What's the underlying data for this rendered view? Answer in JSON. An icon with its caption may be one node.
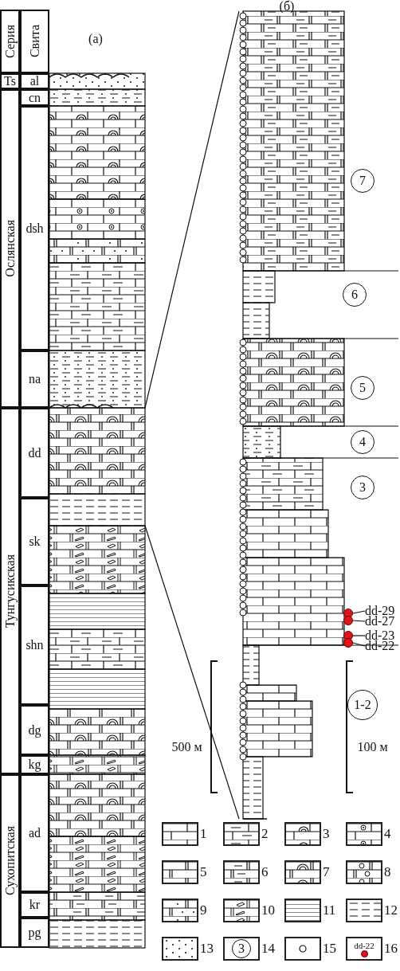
{
  "diagram": {
    "nodes": [
      {
        "text": [
          "7"
        ]
      },
      {
        "text": [
          "6"
        ]
      },
      {
        "text": [
          "5"
        ]
      },
      {
        "text": [
          "4"
        ]
      },
      {
        "text": [
          "3"
        ]
      },
      {
        "text": [
          "1-2"
        ]
      },
      {
        "text": [
          "dd-29"
        ]
      },
      {
        "text": [
          "dd-27"
        ]
      },
      {
        "text": [
          "dd-23"
        ]
      },
      {
        "text": [
          "dd-22"
        ]
      },
      {
        "text": [],
        "shape": "circle"
      },
      {
        "text": [],
        "shape": "circle"
      },
      {
        "text": [],
        "shape": "circle"
      },
      {
        "text": [],
        "shape": "circle"
      }
    ],
    "edges": [
      {
        "from": 6,
        "to": 10,
        "arrow": "none"
      },
      {
        "from": 7,
        "to": 11,
        "arrow": "none"
      },
      {
        "from": 8,
        "to": 12,
        "arrow": "none"
      },
      {
        "from": 9,
        "to": 13,
        "arrow": "none"
      }
    ],
    "labels": [
      "(б)",
      "Серия",
      "Свита",
      "(a)",
      "Ts",
      "al",
      "cn",
      "Ослянская",
      "dsh",
      "na",
      "dd",
      "Тунгусикская",
      "sk",
      "shn",
      "500 м",
      "100 м",
      "dg",
      "kg",
      "Сухопитская",
      "ad",
      "kr",
      "pg",
      "3",
      "dd-22"
    ],
    "legend": [
      {
        "text": "1"
      },
      {
        "text": "2"
      },
      {
        "text": "3"
      },
      {
        "text": "4"
      },
      {
        "text": "5"
      },
      {
        "text": "6"
      },
      {
        "text": "7"
      },
      {
        "text": "8"
      },
      {
        "text": "9"
      },
      {
        "text": "10"
      },
      {
        "text": "11"
      },
      {
        "text": "12"
      },
      {
        "text": "13"
      },
      {
        "text": "14"
      },
      {
        "text": "15"
      },
      {
        "text": "16"
      }
    ]
  }
}
